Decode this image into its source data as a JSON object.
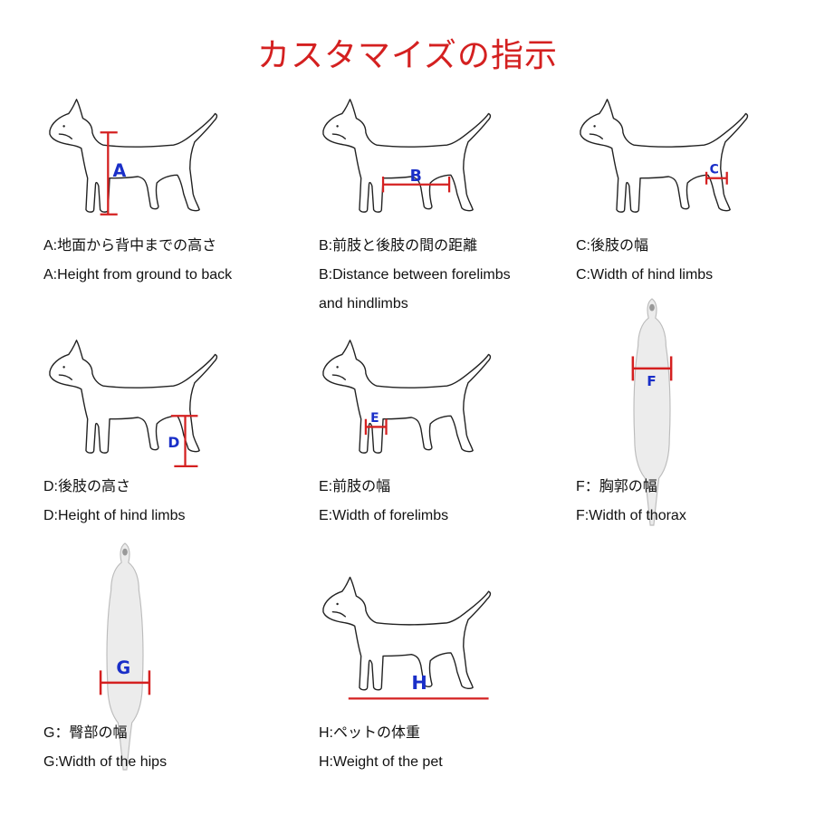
{
  "title": "カスタマイズの指示",
  "colors": {
    "title": "#d42020",
    "measure_line": "#d42020",
    "letter": "#1a2fc8"
  },
  "items": [
    {
      "letter": "A",
      "jp": "A:地面から背中までの高さ",
      "en": "A:Height from ground to back",
      "en2": "",
      "figure": "dog-side-icon"
    },
    {
      "letter": "B",
      "jp": "B:前肢と後肢の間の距離",
      "en": "B:Distance between forelimbs",
      "en2": "and hindlimbs",
      "figure": "dog-side-icon"
    },
    {
      "letter": "C",
      "jp": "C:後肢の幅",
      "en": "C:Width of hind limbs",
      "en2": "",
      "figure": "dog-side-icon"
    },
    {
      "letter": "D",
      "jp": "D:後肢の高さ",
      "en": "D:Height of hind limbs",
      "en2": "",
      "figure": "dog-side-icon"
    },
    {
      "letter": "E",
      "jp": "E:前肢の幅",
      "en": "E:Width of forelimbs",
      "en2": "",
      "figure": "dog-side-icon"
    },
    {
      "letter": "F",
      "jp": "F：胸郭の幅",
      "en": "F:Width of thorax",
      "en2": "",
      "figure": "dog-top-icon"
    },
    {
      "letter": "G",
      "jp": "G：臀部の幅",
      "en": "G:Width of the hips",
      "en2": "",
      "figure": "dog-top-icon"
    },
    {
      "letter": "H",
      "jp": "H:ペットの体重",
      "en": "H:Weight of the pet",
      "en2": "",
      "figure": "dog-side-icon"
    }
  ]
}
